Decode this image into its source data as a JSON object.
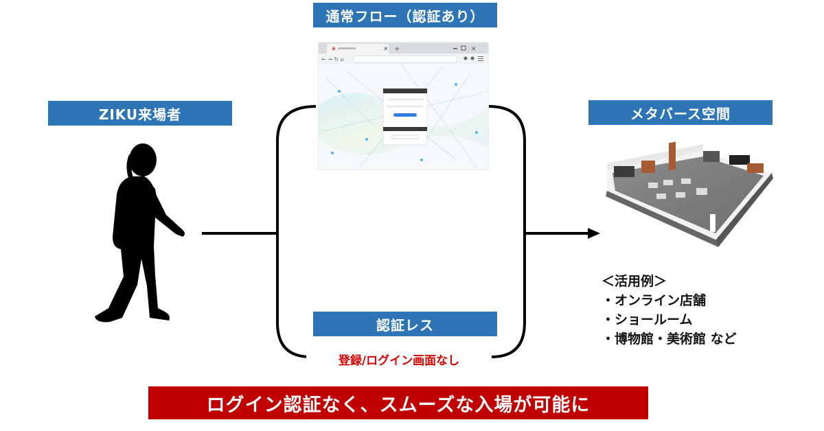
{
  "labels": {
    "visitor": "ZIKU来場者",
    "normal_flow": "通常フロー（認証あり）",
    "metaverse": "メタバース空間",
    "authless": "認証レス"
  },
  "no_login_note": "登録/ログイン画面なし",
  "usage_examples": {
    "heading": "＜活用例＞",
    "items": [
      "・オンライン店舗",
      "・ショールーム",
      "・博物館・美術館 など"
    ]
  },
  "banner": "ログイン認証なく、スムーズな入場が可能に",
  "colors": {
    "label_blue": "#2e75b6",
    "banner_red": "#c00000",
    "note_red": "#d60000",
    "line": "#000000"
  },
  "icons": {
    "visitor": "walking-person-silhouette-icon",
    "metaverse": "virtual-showroom-icon",
    "browser": "browser-login-screen-icon"
  }
}
